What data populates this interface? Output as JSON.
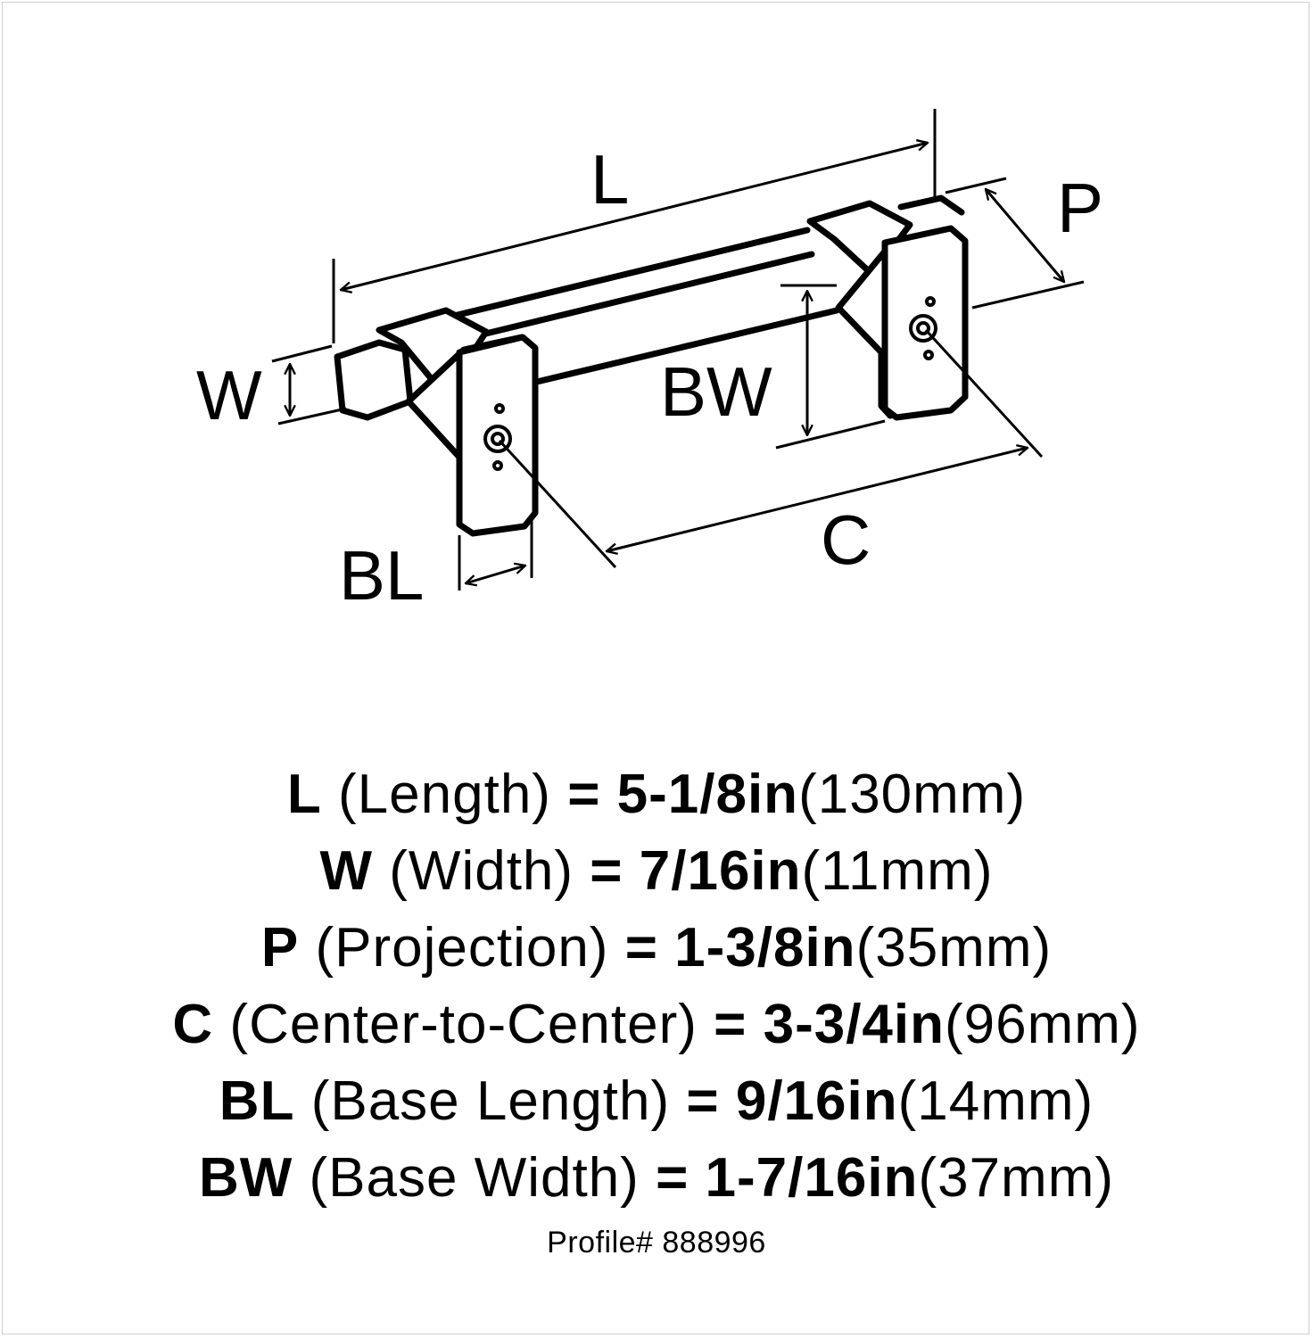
{
  "diagram": {
    "labels": {
      "L": "L",
      "W": "W",
      "P": "P",
      "BW": "BW",
      "C": "C",
      "BL": "BL"
    }
  },
  "specs": [
    {
      "code": "L",
      "name": "(Length)",
      "eq": "=",
      "imperial": "5-1/8in",
      "metric": "(130mm)"
    },
    {
      "code": "W",
      "name": "(Width)",
      "eq": "=",
      "imperial": "7/16in",
      "metric": "(11mm)"
    },
    {
      "code": "P",
      "name": "(Projection)",
      "eq": "=",
      "imperial": "1-3/8in",
      "metric": "(35mm)"
    },
    {
      "code": "C",
      "name": "(Center-to-Center)",
      "eq": "=",
      "imperial": "3-3/4in",
      "metric": "(96mm)"
    },
    {
      "code": "BL",
      "name": "(Base Length)",
      "eq": "=",
      "imperial": "9/16in",
      "metric": "(14mm)"
    },
    {
      "code": "BW",
      "name": "(Base Width)",
      "eq": "=",
      "imperial": "1-7/16in",
      "metric": "(37mm)"
    }
  ],
  "profile": "Profile# 888996"
}
